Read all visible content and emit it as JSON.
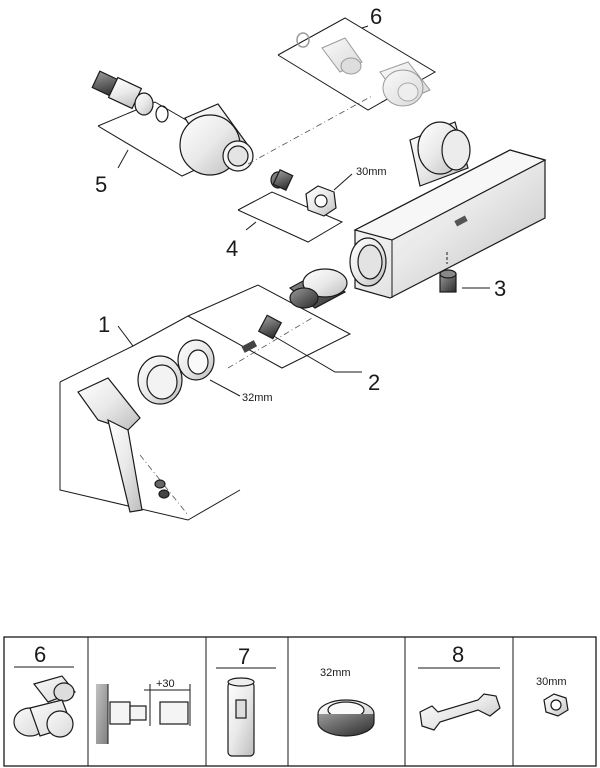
{
  "callouts": {
    "c1": "1",
    "c2": "2",
    "c3": "3",
    "c4": "4",
    "c5": "5",
    "c6": "6"
  },
  "dimensions": {
    "nut_30mm": "30mm",
    "nut_32mm": "32mm"
  },
  "tools_table": {
    "cells": [
      {
        "label": "6"
      },
      {
        "label": "",
        "dim": "+30"
      },
      {
        "label": "7"
      },
      {
        "label": "",
        "dim": "32mm"
      },
      {
        "label": "8"
      },
      {
        "label": "",
        "dim": "30mm"
      }
    ]
  }
}
